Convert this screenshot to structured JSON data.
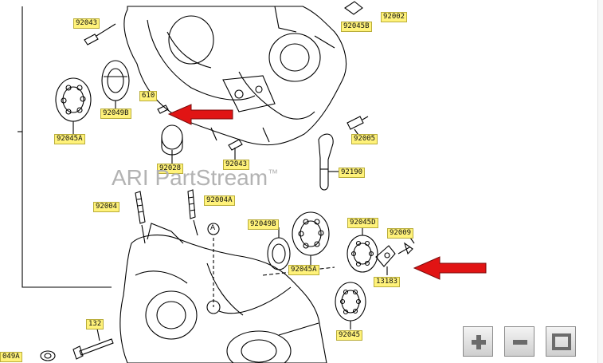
{
  "watermark": {
    "text": "ARI PartStream",
    "mark": "™"
  },
  "callouts": {
    "c92043a": "92043",
    "c92045b": "92045B",
    "c92002": "92002",
    "c610": "610",
    "c92049b": "92049B",
    "c92045a": "92045A",
    "c92028": "92028",
    "c92043b": "92043",
    "c92005": "92005",
    "c92190": "92190",
    "c92004a": "92004",
    "c92004b": "92004A",
    "c92049b2": "92049B",
    "c92045d": "92045D",
    "c92009": "92009",
    "c92045a2": "92045A",
    "c13183": "13183",
    "c132": "132",
    "c92045": "92045",
    "c049a": "049A",
    "marker_a": "A"
  },
  "controls": {
    "zoom_in": "zoom-in",
    "zoom_out": "zoom-out",
    "fit": "fit-to-window"
  },
  "colors": {
    "label_bg": "#fff27a",
    "arrow": "#e11414",
    "line": "#000000"
  }
}
